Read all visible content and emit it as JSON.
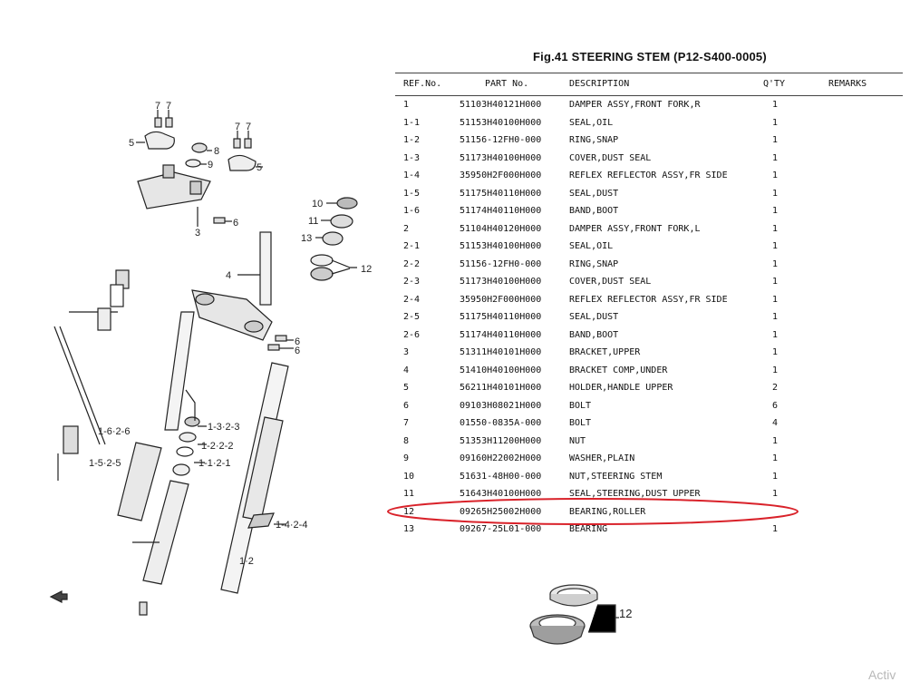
{
  "title": "Fig.41 STEERING STEM (P12-S400-0005)",
  "table": {
    "headers": [
      "REF.No.",
      "PART No.",
      "DESCRIPTION",
      "Q'TY",
      "REMARKS"
    ],
    "rows": [
      {
        "ref": "1",
        "part": "51103H40121H000",
        "desc": "DAMPER ASSY,FRONT FORK,R",
        "qty": "1"
      },
      {
        "ref": "1-1",
        "part": "51153H40100H000",
        "desc": "SEAL,OIL",
        "qty": "1"
      },
      {
        "ref": "1-2",
        "part": "51156-12FH0-000",
        "desc": "RING,SNAP",
        "qty": "1"
      },
      {
        "ref": "1-3",
        "part": "51173H40100H000",
        "desc": "COVER,DUST SEAL",
        "qty": "1"
      },
      {
        "ref": "1-4",
        "part": "35950H2F000H000",
        "desc": "REFLEX REFLECTOR ASSY,FR SIDE",
        "qty": "1"
      },
      {
        "ref": "1-5",
        "part": "51175H40110H000",
        "desc": "SEAL,DUST",
        "qty": "1"
      },
      {
        "ref": "1-6",
        "part": "51174H40110H000",
        "desc": "BAND,BOOT",
        "qty": "1"
      },
      {
        "ref": "2",
        "part": "51104H40120H000",
        "desc": "DAMPER ASSY,FRONT FORK,L",
        "qty": "1"
      },
      {
        "ref": "2-1",
        "part": "51153H40100H000",
        "desc": "SEAL,OIL",
        "qty": "1"
      },
      {
        "ref": "2-2",
        "part": "51156-12FH0-000",
        "desc": "RING,SNAP",
        "qty": "1"
      },
      {
        "ref": "2-3",
        "part": "51173H40100H000",
        "desc": "COVER,DUST SEAL",
        "qty": "1"
      },
      {
        "ref": "2-4",
        "part": "35950H2F000H000",
        "desc": "REFLEX REFLECTOR ASSY,FR SIDE",
        "qty": "1"
      },
      {
        "ref": "2-5",
        "part": "51175H40110H000",
        "desc": "SEAL,DUST",
        "qty": "1"
      },
      {
        "ref": "2-6",
        "part": "51174H40110H000",
        "desc": "BAND,BOOT",
        "qty": "1"
      },
      {
        "ref": "3",
        "part": "51311H40101H000",
        "desc": "BRACKET,UPPER",
        "qty": "1"
      },
      {
        "ref": "4",
        "part": "51410H40100H000",
        "desc": "BRACKET COMP,UNDER",
        "qty": "1"
      },
      {
        "ref": "5",
        "part": "56211H40101H000",
        "desc": "HOLDER,HANDLE UPPER",
        "qty": "2"
      },
      {
        "ref": "6",
        "part": "09103H08021H000",
        "desc": "BOLT",
        "qty": "6"
      },
      {
        "ref": "7",
        "part": "01550-0835A-000",
        "desc": "BOLT",
        "qty": "4"
      },
      {
        "ref": "8",
        "part": "51353H11200H000",
        "desc": "NUT",
        "qty": "1"
      },
      {
        "ref": "9",
        "part": "09160H22002H000",
        "desc": "WASHER,PLAIN",
        "qty": "1"
      },
      {
        "ref": "10",
        "part": "51631-48H00-000",
        "desc": "NUT,STEERING STEM",
        "qty": "1"
      },
      {
        "ref": "11",
        "part": "51643H40100H000",
        "desc": "SEAL,STEERING,DUST UPPER",
        "qty": "1"
      },
      {
        "ref": "12",
        "part": "09265H25002H000",
        "desc": "BEARING,ROLLER",
        "qty": ""
      },
      {
        "ref": "13",
        "part": "09267-25L01-000",
        "desc": "BEARING",
        "qty": "1"
      }
    ]
  },
  "diagram_labels": {
    "l7a": "7",
    "l7b": "7",
    "l7c": "7",
    "l7d": "7",
    "l5a": "5",
    "l8": "8",
    "l9": "9",
    "l5b": "5",
    "l3": "3",
    "l6a": "6",
    "l10": "10",
    "l11": "11",
    "l13": "13",
    "l12": "12",
    "l4": "4",
    "l6b": "6",
    "l6c": "6",
    "l1626": "1-6·2-6",
    "l1323": "1-3·2-3",
    "l1222": "1-2·2-2",
    "l1121": "1-1·2-1",
    "l1525": "1-5·2-5",
    "l1424": "1-4·2-4",
    "l12b": "1·2"
  },
  "inset_label": "12",
  "watermark": "Activ",
  "highlight_color": "#d9222a"
}
